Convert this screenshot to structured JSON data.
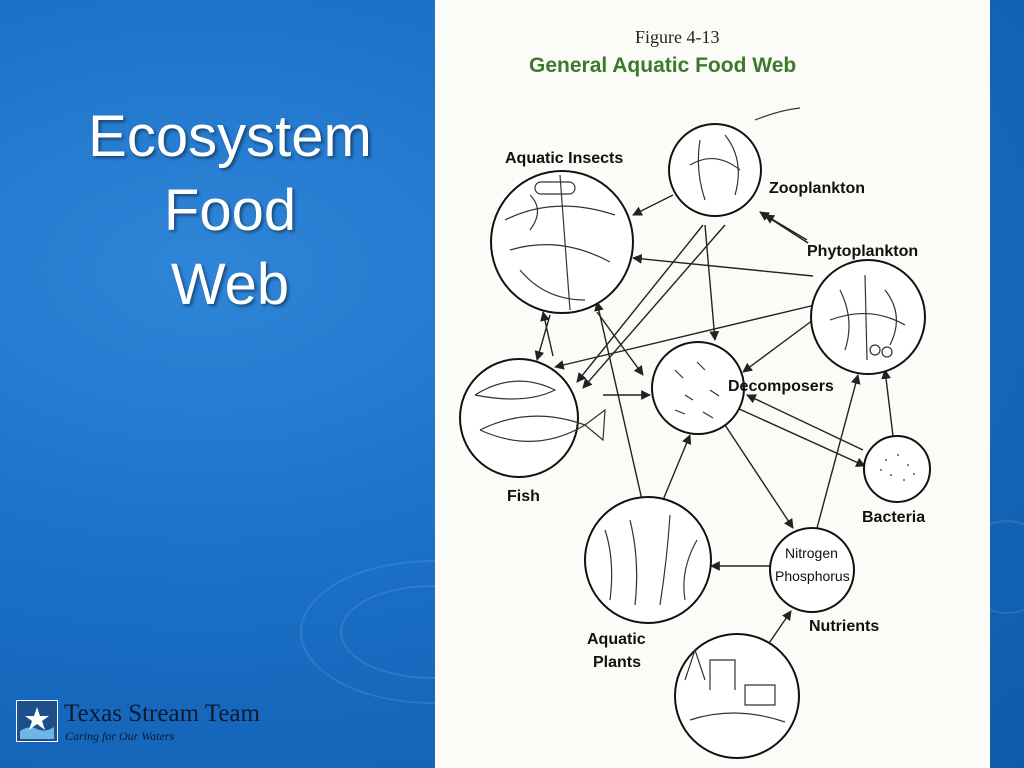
{
  "slide": {
    "title_lines": [
      "Ecosystem",
      "Food",
      "Web"
    ],
    "colors": {
      "background": "#1a6fc6",
      "title": "#ffffff",
      "figure_title": "#3c7a2b"
    }
  },
  "figure": {
    "number": "Figure 4-13",
    "title": "General Aquatic Food Web",
    "labels": {
      "aquatic_insects": "Aquatic Insects",
      "zooplankton": "Zooplankton",
      "phytoplankton": "Phytoplankton",
      "decomposers": "Decomposers",
      "fish": "Fish",
      "bacteria": "Bacteria",
      "aquatic_plants_line1": "Aquatic",
      "aquatic_plants_line2": "Plants",
      "nutrients": "Nutrients",
      "nitrogen": "Nitrogen",
      "phosphorus": "Phosphorus"
    }
  },
  "logo": {
    "name": "Texas Stream Team",
    "tagline": "Caring for Our Waters",
    "icon": "texas-star-icon"
  }
}
